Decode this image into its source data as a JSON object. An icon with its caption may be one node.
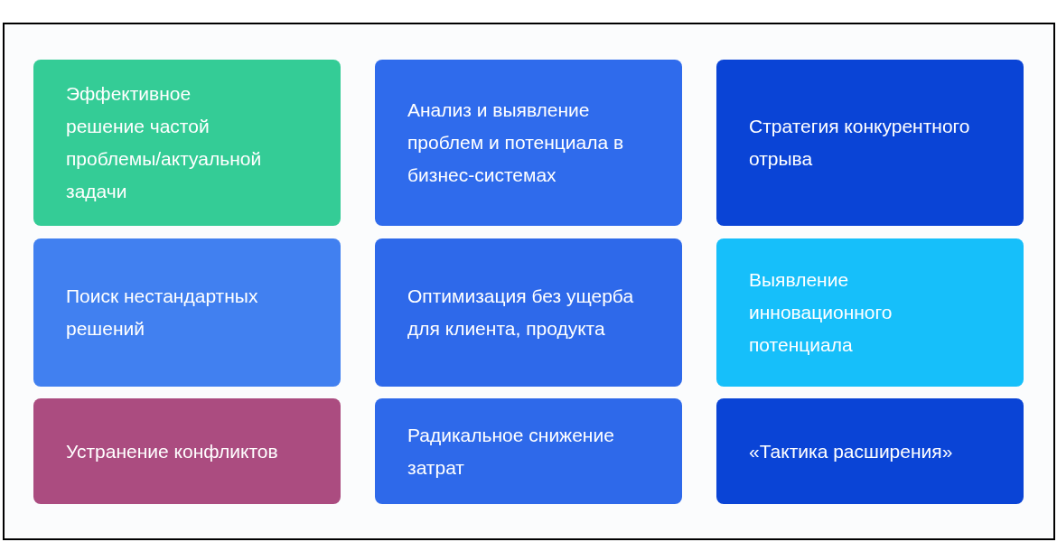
{
  "diagram": {
    "nodes": [
      {
        "text": [
          "Эффективное решение частой проблемы/актуальной задачи"
        ]
      },
      {
        "text": [
          "Анализ и выявление проблем и потенциала в бизнес-системах"
        ]
      },
      {
        "text": [
          "Стратегия конкурентного отрыва"
        ]
      },
      {
        "text": [
          "Поиск нестандартных решений"
        ]
      },
      {
        "text": [
          "Оптимизация без ущерба для клиента, продукта"
        ]
      },
      {
        "text": [
          "Выявление инновационного потенциала"
        ]
      },
      {
        "text": [
          "Устранение конфликтов"
        ]
      },
      {
        "text": [
          "Радикальное снижение затрат"
        ]
      },
      {
        "text": [
          "«Тактика расширения»"
        ]
      }
    ]
  }
}
